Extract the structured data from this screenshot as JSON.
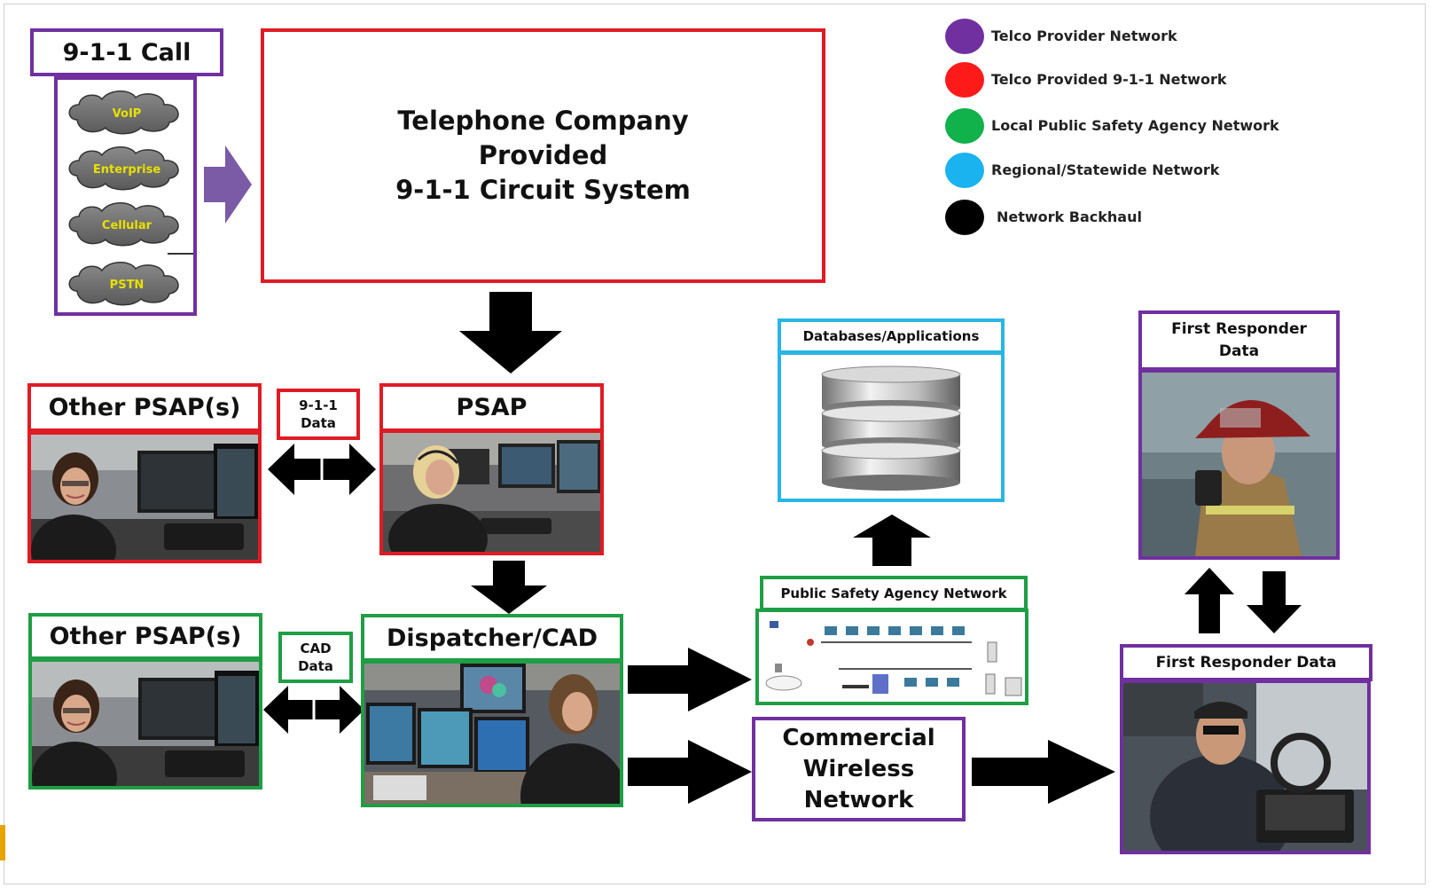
{
  "call": {
    "title": "9-1-1 Call",
    "sources": [
      "VoIP",
      "Enterprise",
      "Cellular",
      "PSTN"
    ]
  },
  "telco_box": {
    "line1": "Telephone Company",
    "line2": "Provided",
    "line3": "9-1-1 Circuit System"
  },
  "legend": [
    {
      "label": "Telco Provider Network",
      "color": "#7030a0"
    },
    {
      "label": "Telco Provided 9-1-1 Network",
      "color": "#ff1a1a"
    },
    {
      "label": "Local Public Safety Agency Network",
      "color": "#11b14b"
    },
    {
      "label": "Regional/Statewide Network",
      "color": "#1ab2ef"
    },
    {
      "label": "Network Backhaul",
      "color": "#000000"
    }
  ],
  "other_psap_red": {
    "title": "Other PSAP(s)"
  },
  "data_911": {
    "line1": "9-1-1",
    "line2": "Data"
  },
  "psap": {
    "title": "PSAP"
  },
  "other_psap_green": {
    "title": "Other PSAP(s)"
  },
  "cad_data": {
    "line1": "CAD",
    "line2": "Data"
  },
  "dispatcher": {
    "title": "Dispatcher/CAD"
  },
  "databases": {
    "title": "Databases/Applications"
  },
  "psan": {
    "title": "Public Safety Agency Network"
  },
  "commercial": {
    "line1": "Commercial",
    "line2": "Wireless",
    "line3": "Network"
  },
  "first_responder_top": {
    "line1": "First Responder",
    "line2": "Data"
  },
  "first_responder_bottom": {
    "title": "First Responder Data"
  }
}
